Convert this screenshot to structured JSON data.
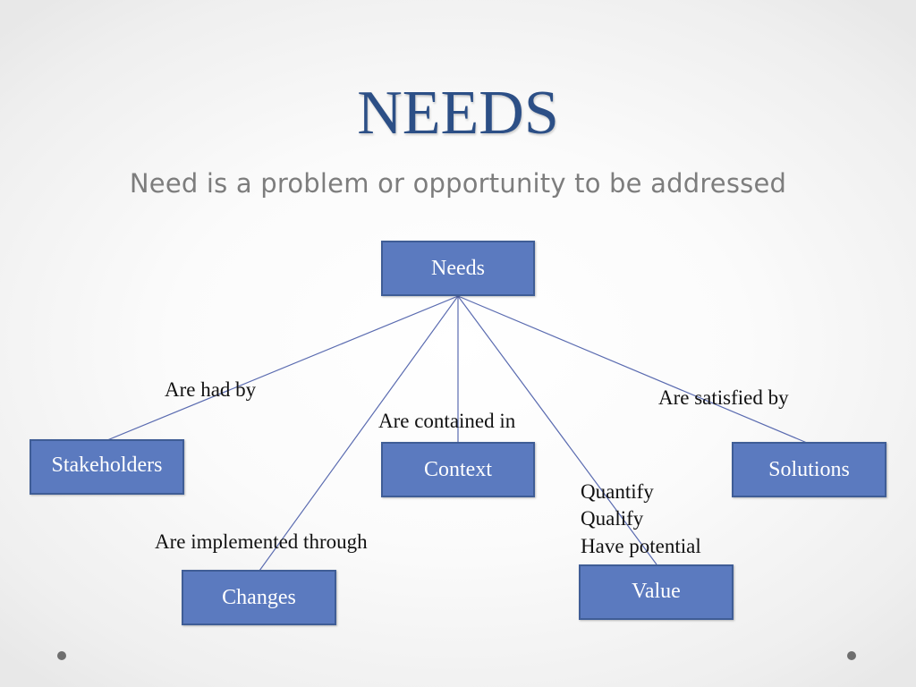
{
  "slide": {
    "title": "NEEDS",
    "subtitle": "Need is a problem or opportunity to be addressed"
  },
  "diagram": {
    "root": "Needs",
    "nodes": {
      "stakeholders": "Stakeholders",
      "context": "Context",
      "solutions": "Solutions",
      "changes": "Changes",
      "value": "Value"
    },
    "edges": {
      "stakeholders": "Are had by",
      "context": "Are contained in",
      "solutions": "Are satisfied by",
      "changes": "Are implemented through",
      "value": [
        "Quantify",
        "Qualify",
        "Have potential"
      ]
    }
  },
  "colors": {
    "title": "#2c4f86",
    "node_fill": "#5b7abf",
    "node_border": "#3f5d96",
    "connector": "#5a6bb0"
  }
}
